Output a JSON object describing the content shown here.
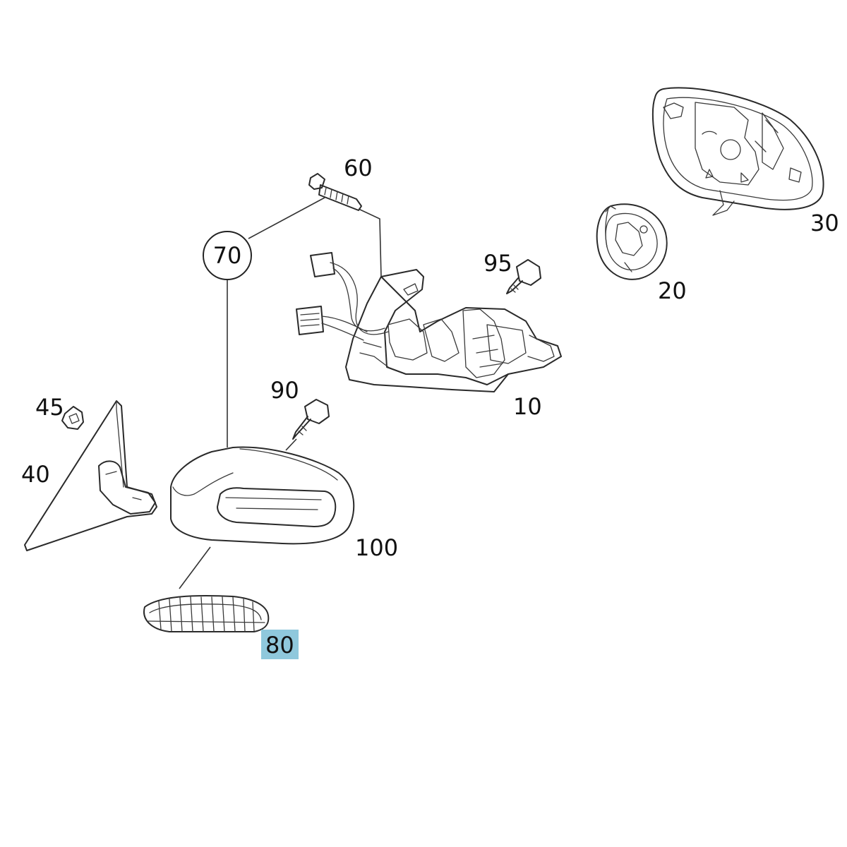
{
  "callouts": {
    "c60": "60",
    "c70": "70",
    "c95": "95",
    "c30": "30",
    "c20": "20",
    "c10": "10",
    "c90": "90",
    "c45": "45",
    "c40": "40",
    "c100": "100",
    "c80": "80"
  },
  "highlight": {
    "part": "80",
    "color": "#8fc8dc"
  }
}
